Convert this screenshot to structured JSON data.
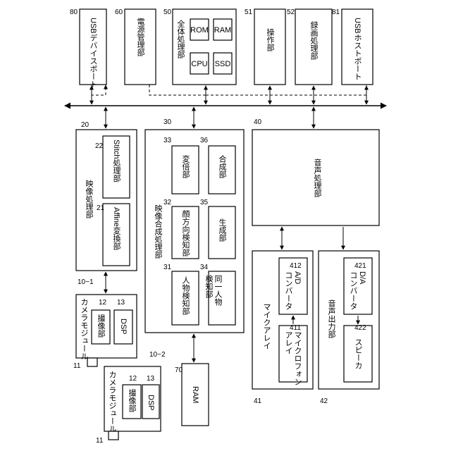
{
  "top_modules": [
    {
      "ref": "80",
      "label": "USBデバイスポート"
    },
    {
      "ref": "60",
      "label": "電源管理部"
    },
    {
      "ref": "50",
      "label": "全体処理部"
    },
    {
      "ref": "51",
      "label": "操作部"
    },
    {
      "ref": "52",
      "label": "録画処理部"
    },
    {
      "ref": "81",
      "label": "USBホストポート"
    }
  ],
  "overall": {
    "rom": "ROM",
    "ram": "RAM",
    "cpu": "CPU",
    "ssd": "SSD"
  },
  "video": {
    "ref": "20",
    "label": "映像処理部",
    "stitch_ref": "22",
    "stitch": "Stitch処理部",
    "affine_ref": "21",
    "affine": "Affine変換部"
  },
  "synthesis": {
    "ref": "30",
    "label": "映像合成処理部",
    "parts": [
      {
        "ref": "33",
        "label": "変倍部"
      },
      {
        "ref": "36",
        "label": "合成部"
      },
      {
        "ref": "32",
        "label": "顔方向検知部"
      },
      {
        "ref": "35",
        "label": "生成部"
      },
      {
        "ref": "31",
        "label": "人物検知部"
      },
      {
        "ref": "34",
        "label": "同一人物\n検知部"
      }
    ]
  },
  "audio": {
    "ref": "40",
    "label": "音声処理部"
  },
  "mic": {
    "ref": "41",
    "label": "マイクアレイ",
    "ad_ref": "412",
    "ad": "A/D\nコンバータ",
    "array_ref": "411",
    "array": "マイクロフォン\nアレイ"
  },
  "speaker_out": {
    "ref": "42",
    "label": "音声出力部",
    "da_ref": "421",
    "da": "D/A\nコンバータ",
    "spk_ref": "422",
    "spk": "スピーカ"
  },
  "camera1": {
    "ref": "10−1",
    "label": "カメラモジュール",
    "sensor_ref": "12",
    "sensor": "撮像部",
    "dsp_ref": "13",
    "dsp": "DSP",
    "lens_ref": "11"
  },
  "camera2": {
    "ref": "10−2",
    "label": "カメラモジュール",
    "sensor_ref": "12",
    "sensor": "撮像部",
    "dsp_ref": "13",
    "dsp": "DSP",
    "lens_ref": "11"
  },
  "ram70": {
    "ref": "70",
    "label": "RAM"
  }
}
